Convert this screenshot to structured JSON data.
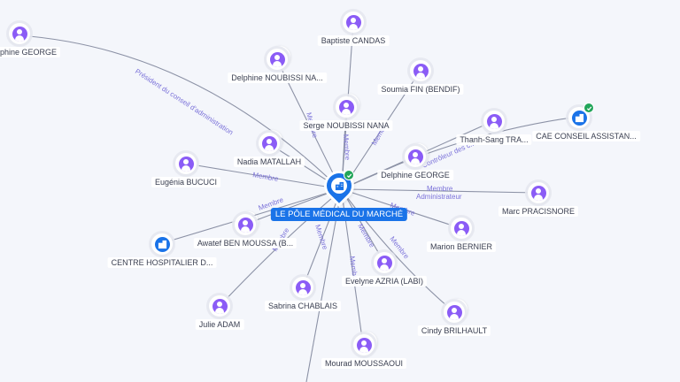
{
  "center": {
    "name": "LE PÔLE MÉDICAL DU MARCHÉ",
    "icon": "building-icon",
    "color": "#1a73e8"
  },
  "nodes": [
    {
      "id": "delphine-george-left",
      "name": "phine GEORGE",
      "type": "person"
    },
    {
      "id": "baptiste-candas",
      "name": "Baptiste CANDAS",
      "type": "person"
    },
    {
      "id": "delphine-noubissi",
      "name": "Delphine NOUBISSI NA...",
      "type": "person"
    },
    {
      "id": "soumia-fin",
      "name": "Soumia FIN (BENDIF)",
      "type": "person"
    },
    {
      "id": "serge-noubissi",
      "name": "Serge NOUBISSI NANA",
      "type": "person"
    },
    {
      "id": "thanh-sang",
      "name": "Thanh-Sang TRA...",
      "type": "person"
    },
    {
      "id": "cae-conseil",
      "name": "CAE CONSEIL ASSISTAN...",
      "type": "org"
    },
    {
      "id": "nadia-matallah",
      "name": "Nadia MATALLAH",
      "type": "person"
    },
    {
      "id": "eugenia-bucuci",
      "name": "Eugénia BUCUCI",
      "type": "person"
    },
    {
      "id": "delphine-george",
      "name": "Delphine GEORGE",
      "type": "person"
    },
    {
      "id": "marc-pracisnore",
      "name": "Marc PRACISNORE",
      "type": "person"
    },
    {
      "id": "awatef-ben-moussa",
      "name": "Awatef BEN MOUSSA (B...",
      "type": "person"
    },
    {
      "id": "centre-hospitalier",
      "name": "CENTRE HOSPITALIER D...",
      "type": "org"
    },
    {
      "id": "marion-bernier",
      "name": "Marion BERNIER",
      "type": "person"
    },
    {
      "id": "evelyne-azria",
      "name": "Evelyne AZRIA (LABI)",
      "type": "person"
    },
    {
      "id": "julie-adam",
      "name": "Julie ADAM",
      "type": "person"
    },
    {
      "id": "sabrina-chablais",
      "name": "Sabrina CHABLAIS",
      "type": "person"
    },
    {
      "id": "cindy-brilhault",
      "name": "Cindy BRILHAULT",
      "type": "person"
    },
    {
      "id": "mourad-moussaoui",
      "name": "Mourad MOUSSAOUI",
      "type": "person"
    }
  ],
  "edge_labels": {
    "president": "Président du conseil d'administration",
    "membre": "Membre",
    "administrateur": "Administrateur",
    "controleur": "Contrôleur des c...",
    "membre_admin": "Membre Administrateur"
  },
  "colors": {
    "person": "#8b5cf6",
    "org": "#1a73e8",
    "verified": "#22a55a",
    "edge": "#8c92a6",
    "edge_label": "#7b72d9"
  }
}
